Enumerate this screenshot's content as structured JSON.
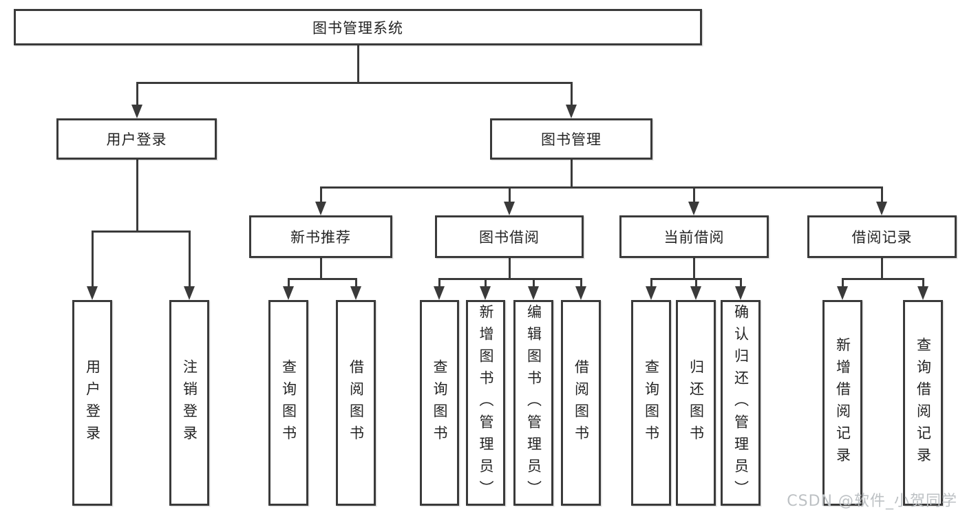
{
  "diagram_type": "hierarchy-tree",
  "colors": {
    "line": "#3a3a3a",
    "box_border": "#3a3a3a",
    "text": "#242424",
    "background": "#ffffff",
    "watermark": "#bdc1c4"
  },
  "tree": {
    "root": {
      "label": "图书管理系统",
      "children": [
        {
          "label": "用户登录",
          "children": [
            {
              "label": "用户登录"
            },
            {
              "label": "注销登录"
            }
          ]
        },
        {
          "label": "图书管理",
          "children": [
            {
              "label": "新书推荐",
              "children": [
                {
                  "label": "查询图书"
                },
                {
                  "label": "借阅图书"
                }
              ]
            },
            {
              "label": "图书借阅",
              "children": [
                {
                  "label": "查询图书"
                },
                {
                  "label": "新增图书（管理员）"
                },
                {
                  "label": "编辑图书（管理员）"
                },
                {
                  "label": "借阅图书"
                }
              ]
            },
            {
              "label": "当前借阅",
              "children": [
                {
                  "label": "查询图书"
                },
                {
                  "label": "归还图书"
                },
                {
                  "label": "确认归还（管理员）"
                }
              ]
            },
            {
              "label": "借阅记录",
              "children": [
                {
                  "label": "新增借阅记录"
                },
                {
                  "label": "查询借阅记录"
                }
              ]
            }
          ]
        }
      ]
    }
  },
  "watermark": {
    "text": "CSDN @软件_小贺同学"
  }
}
